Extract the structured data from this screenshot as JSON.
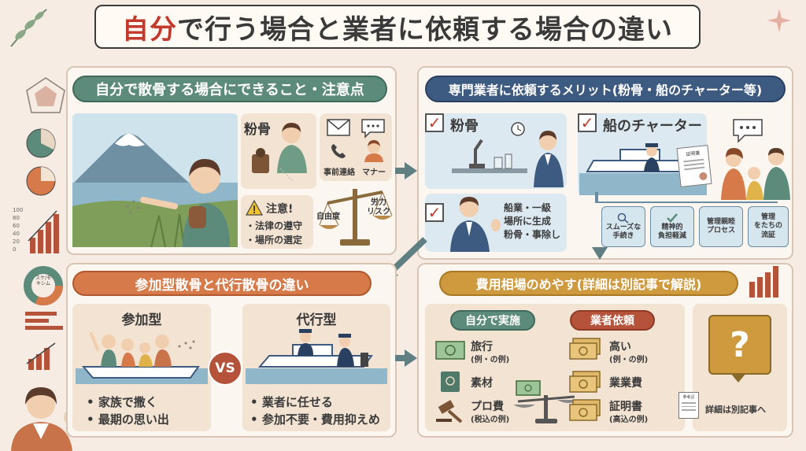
{
  "title": {
    "highlight": "自分",
    "rest": "で行う場合と業者に依頼する場合の違い"
  },
  "self_section": {
    "header": "自分で散骨する場合にできること・注意点",
    "powder_label": "粉骨",
    "contact_label": "事前連絡",
    "manner_label": "マナー",
    "caution_title": "注意!",
    "caution_items": [
      "・法律の遵守",
      "・場所の選定"
    ],
    "freedom_label": "自由度",
    "labor_label": "労力\nリスク"
  },
  "pro_section": {
    "header": "専門業者に依頼するメリット(粉骨・船のチャーター等)",
    "powder_label": "粉骨",
    "charter_label": "船のチャーター",
    "cert_label": "証明書",
    "note": "船業・一級\n場所に生成\n粉骨・事除し",
    "steps": [
      "スムーズな\n手続き",
      "精神的\n負担軽減",
      "管理親睦\nプロセス",
      "管理\nをたちの\n流証"
    ]
  },
  "compare_section": {
    "header": "参加型散骨と代行散骨の違い",
    "pie_label": "スケ/モ\nキシム",
    "participation_title": "参加型",
    "participation_items": [
      "家族で撒く",
      "最期の思い出"
    ],
    "vs": "VS",
    "proxy_title": "代行型",
    "proxy_items": [
      "業者に任せる",
      "参加不要・費用抑えめ"
    ]
  },
  "cost_section": {
    "header": "費用相場のめやす(詳細は別記事で解説)",
    "self_title": "自分で実施",
    "self_items": [
      {
        "name": "旅行",
        "sub": "(例・の例)"
      },
      {
        "name": "素材",
        "sub": ""
      },
      {
        "name": "プロ費",
        "sub": "(税込の例)"
      }
    ],
    "pro_title": "業者依頼",
    "pro_items": [
      {
        "name": "高い",
        "sub": "(例・の例)"
      },
      {
        "name": "業業費",
        "sub": ""
      },
      {
        "name": "証明書",
        "sub": "(高込の例)"
      }
    ],
    "question_mark": "?",
    "detail_label": "詳細は別記事へ",
    "memo_label": "参考記"
  },
  "left_chart_ticks": [
    "100",
    "80",
    "60",
    "40",
    "20",
    "0"
  ],
  "colors": {
    "accent_red": "#c23a2c",
    "green": "#5c8a7b",
    "navy": "#3d5a80",
    "orange": "#d77a4a",
    "gold": "#cf9a3e"
  }
}
